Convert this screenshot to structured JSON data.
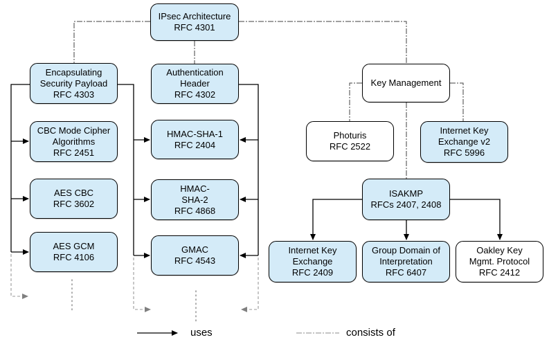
{
  "nodes": {
    "ipsec": {
      "lines": [
        "IPsec Architecture",
        "RFC 4301"
      ]
    },
    "esp": {
      "lines": [
        "Encapsulating",
        "Security Payload",
        "RFC 4303"
      ]
    },
    "ah": {
      "lines": [
        "Authentication",
        "Header",
        "RFC 4302"
      ]
    },
    "km": {
      "lines": [
        "Key Management"
      ]
    },
    "cbc": {
      "lines": [
        "CBC Mode Cipher",
        "Algorithms",
        "RFC 2451"
      ]
    },
    "hmacsha1": {
      "lines": [
        "HMAC-SHA-1",
        "RFC 2404"
      ]
    },
    "photuris": {
      "lines": [
        "Photuris",
        "RFC 2522"
      ]
    },
    "ikev2": {
      "lines": [
        "Internet Key",
        "Exchange v2",
        "RFC 5996"
      ]
    },
    "aescbc": {
      "lines": [
        "AES CBC",
        "RFC 3602"
      ]
    },
    "hmacsha2": {
      "lines": [
        "HMAC-",
        "SHA-2",
        "RFC 4868"
      ]
    },
    "isakmp": {
      "lines": [
        "ISAKMP",
        "RFCs 2407, 2408"
      ]
    },
    "aesgcm": {
      "lines": [
        "AES GCM",
        "RFC 4106"
      ]
    },
    "gmac": {
      "lines": [
        "GMAC",
        "RFC 4543"
      ]
    },
    "ike": {
      "lines": [
        "Internet Key",
        "Exchange",
        "RFC 2409"
      ]
    },
    "gdoi": {
      "lines": [
        "Group Domain of",
        "Interpretation",
        "RFC 6407"
      ]
    },
    "oakley": {
      "lines": [
        "Oakley Key",
        "Mgmt. Protocol",
        "RFC 2412"
      ]
    }
  },
  "legend": {
    "uses": "uses",
    "consists_of": "consists of"
  },
  "colors": {
    "node_fill_blue": "#d4ebf8",
    "node_fill_white": "#ffffff",
    "node_border": "#000000",
    "uses_line": "#000000",
    "consists_line": "#404040",
    "continuation_line": "#999999"
  }
}
